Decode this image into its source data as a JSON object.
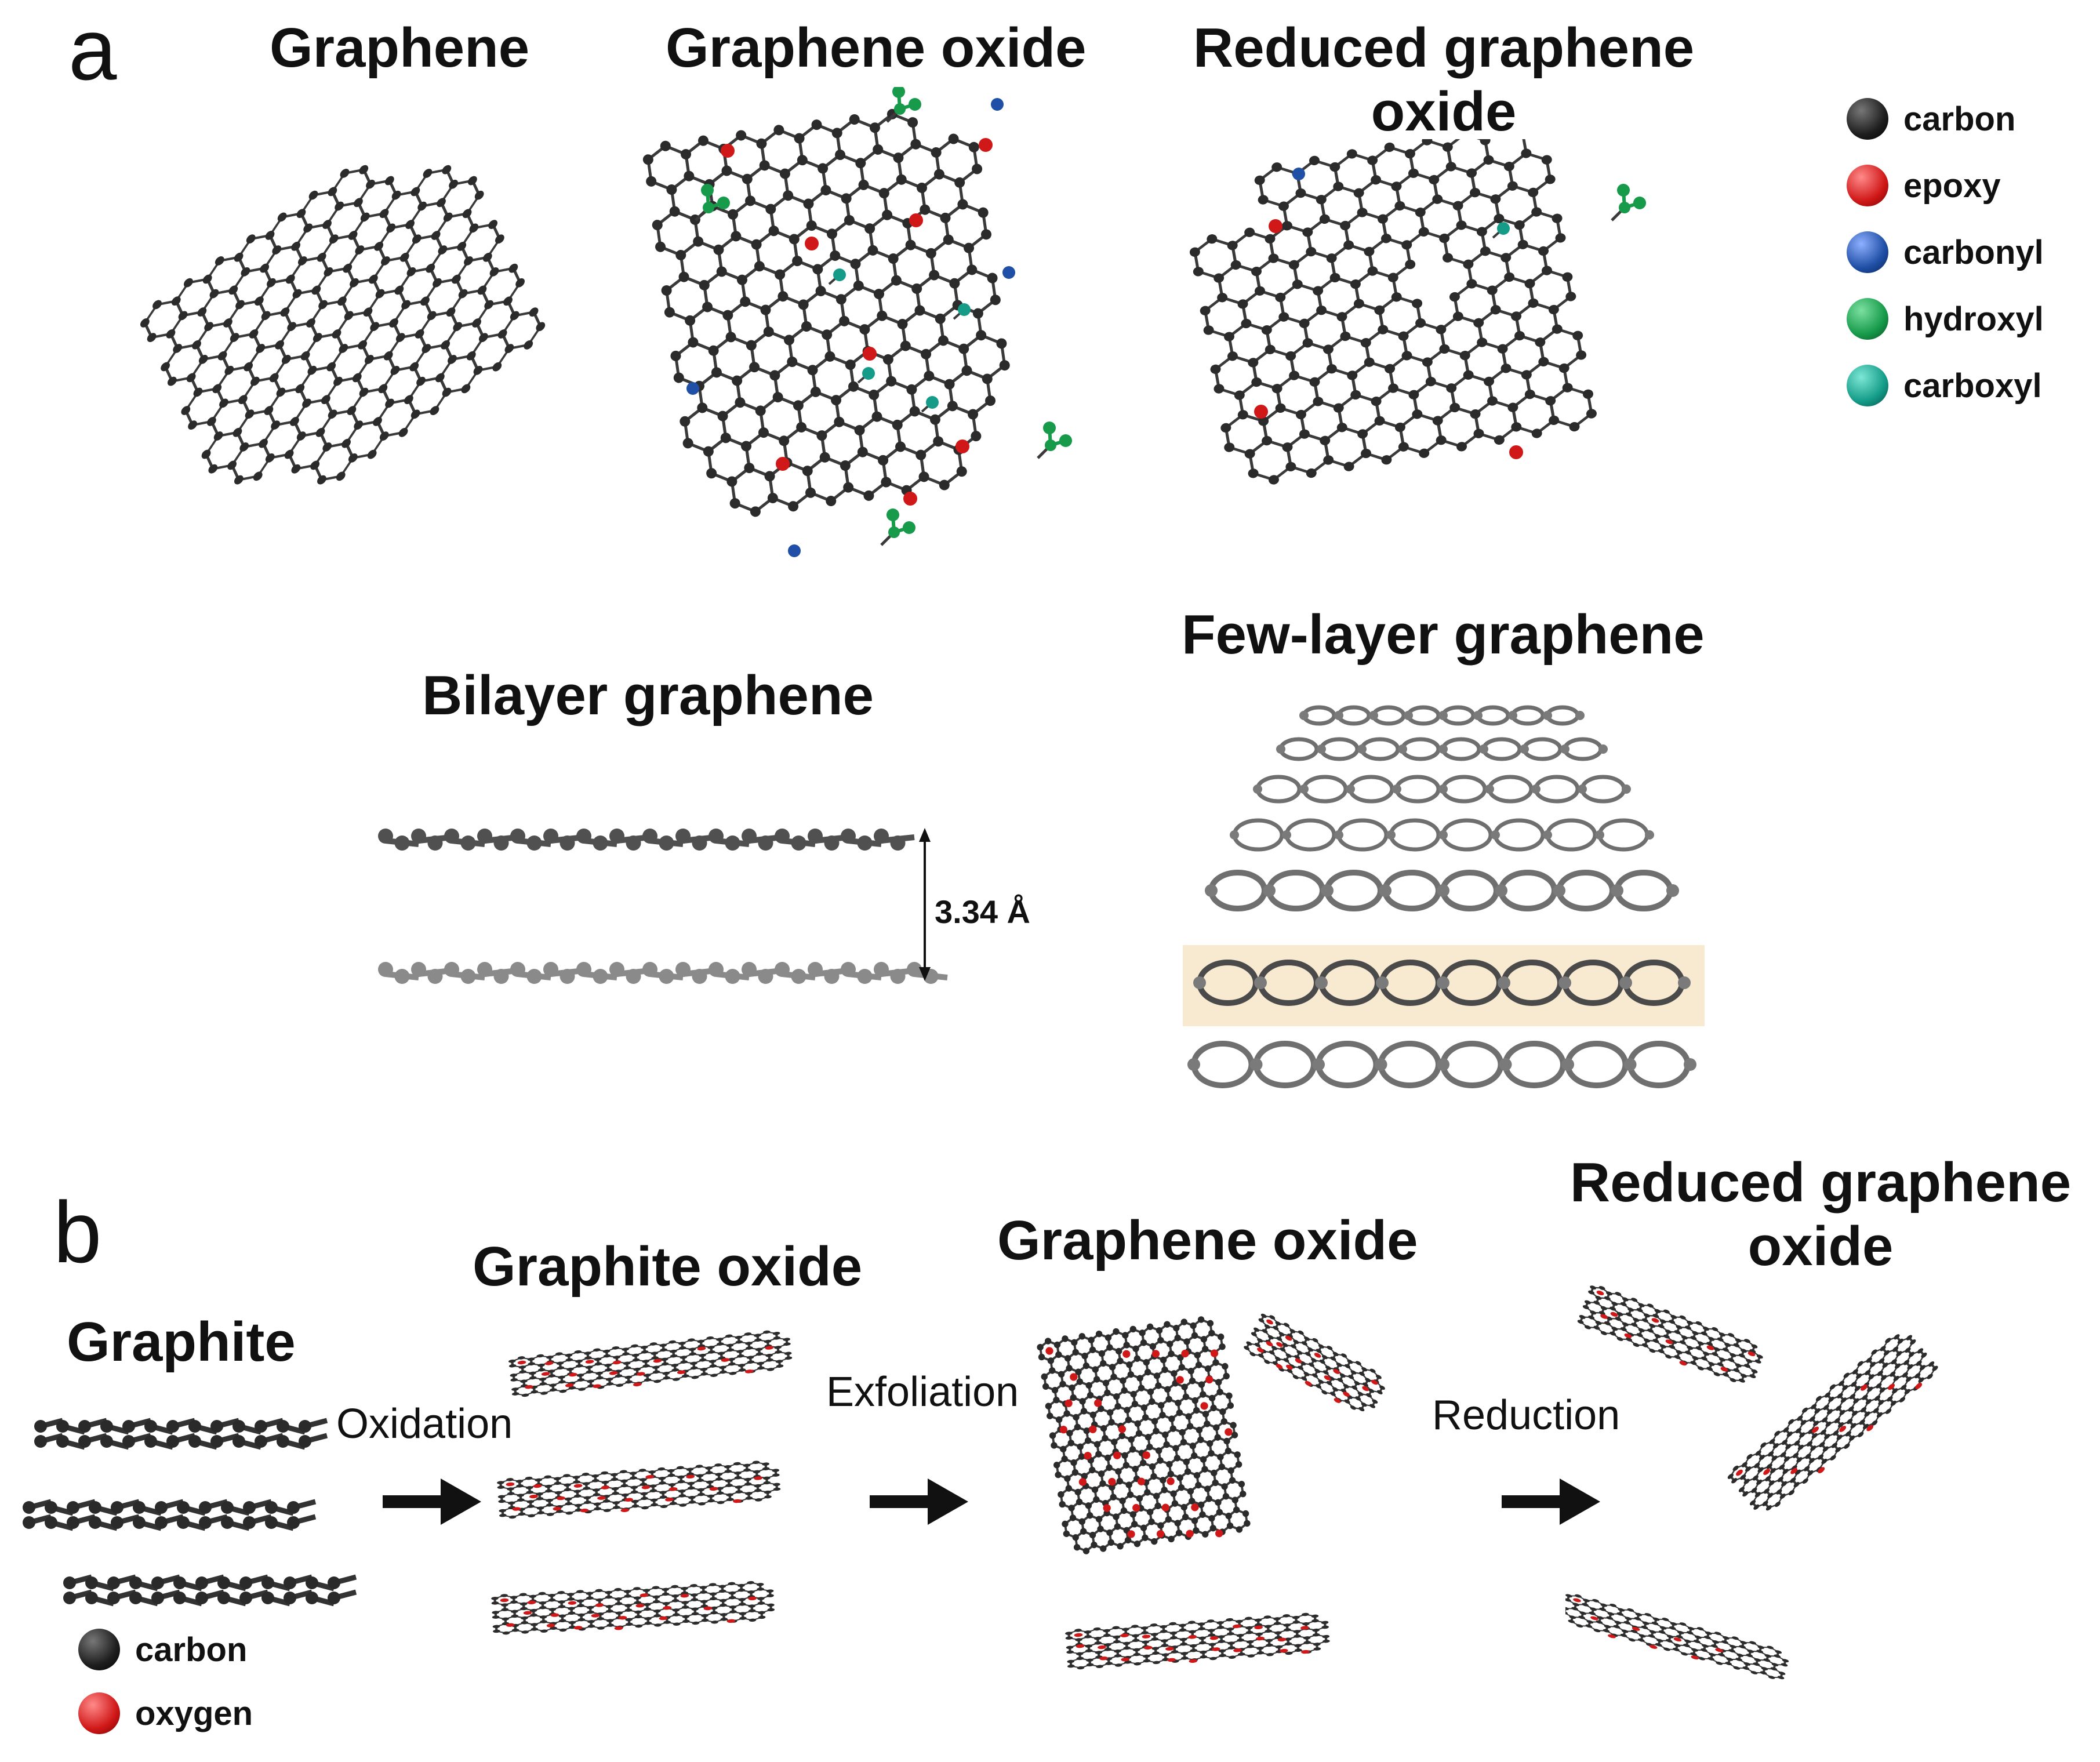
{
  "panel_a": {
    "letter": "a",
    "titles": {
      "graphene": "Graphene",
      "graphene_oxide": "Graphene oxide",
      "reduced_line1": "Reduced graphene",
      "reduced_line2": "oxide",
      "bilayer": "Bilayer graphene",
      "few_layer": "Few-layer graphene"
    },
    "spacing_label": "3.34 Å",
    "legend": [
      {
        "label": "carbon",
        "color": "#1e1e1e"
      },
      {
        "label": "epoxy",
        "color": "#d01818"
      },
      {
        "label": "carbonyl",
        "color": "#1f4fa6"
      },
      {
        "label": "hydroxyl",
        "color": "#179a4a"
      },
      {
        "label": "carboxyl",
        "color": "#149c88"
      }
    ]
  },
  "panel_b": {
    "letter": "b",
    "titles": {
      "graphite": "Graphite",
      "graphite_oxide": "Graphite oxide",
      "graphene_oxide": "Graphene oxide",
      "reduced_line1": "Reduced graphene",
      "reduced_line2": "oxide"
    },
    "steps": {
      "oxidation": "Oxidation",
      "exfoliation": "Exfoliation",
      "reduction": "Reduction"
    },
    "legend": [
      {
        "label": "carbon",
        "color": "#1e1e1e"
      },
      {
        "label": "oxygen",
        "color": "#d01818"
      }
    ]
  },
  "colors": {
    "carbon": "#2b2b2b",
    "bond": "#3a3a3a",
    "layer_grey": "#6f6f6f",
    "highlight": "#f7ead0",
    "oxygen": "#d01818",
    "carbonyl": "#1f4fa6",
    "hydroxyl": "#179a4a",
    "carboxyl": "#149c88"
  }
}
